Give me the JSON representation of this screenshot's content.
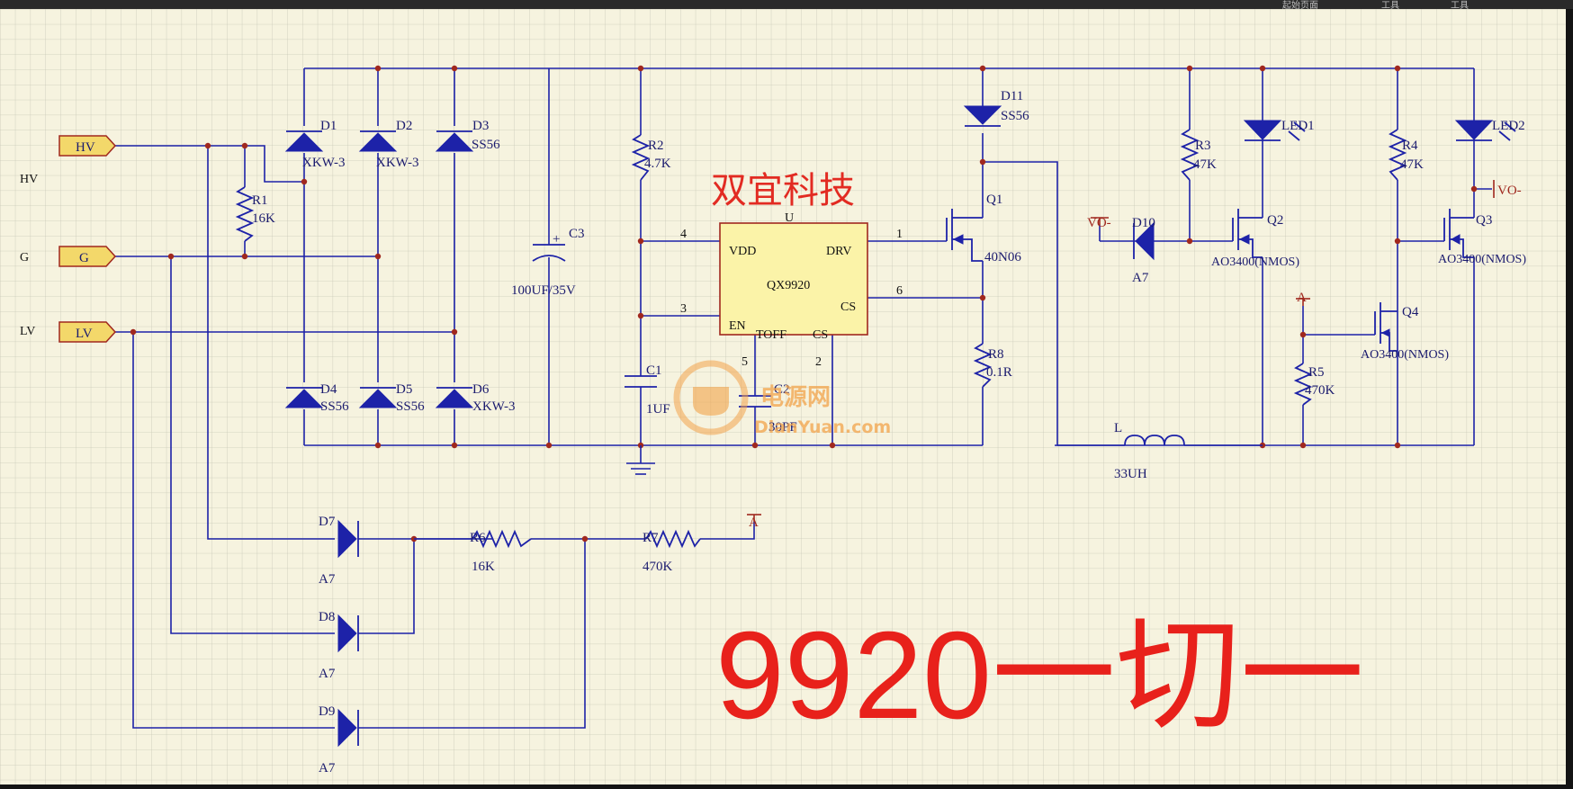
{
  "header": {
    "top_strip_items": [
      "起始页面",
      "工具",
      "工具"
    ]
  },
  "ports": [
    {
      "id": "HV",
      "label": "HV",
      "side_label": "HV"
    },
    {
      "id": "G",
      "label": "G",
      "side_label": "G"
    },
    {
      "id": "LV",
      "label": "LV",
      "side_label": "LV"
    }
  ],
  "ic": {
    "ref": "U",
    "part": "QX9920",
    "pins": {
      "vdd": "VDD",
      "drv": "DRV",
      "cs_right": "CS",
      "en": "EN",
      "toff": "TOFF",
      "cs_bottom": "CS"
    },
    "pin_numbers": {
      "vdd": "4",
      "en": "3",
      "drv": "1",
      "cs": "6",
      "toff": "5",
      "cs2": "2"
    }
  },
  "diodes": [
    {
      "ref": "D1",
      "value": "XKW-3"
    },
    {
      "ref": "D2",
      "value": "XKW-3"
    },
    {
      "ref": "D3",
      "value": "SS56"
    },
    {
      "ref": "D4",
      "value": "SS56"
    },
    {
      "ref": "D5",
      "value": "SS56"
    },
    {
      "ref": "D6",
      "value": "XKW-3"
    },
    {
      "ref": "D7",
      "value": "A7"
    },
    {
      "ref": "D8",
      "value": "A7"
    },
    {
      "ref": "D9",
      "value": "A7"
    },
    {
      "ref": "D10",
      "value": "A7"
    },
    {
      "ref": "D11",
      "value": "SS56"
    }
  ],
  "resistors": [
    {
      "ref": "R1",
      "value": "16K"
    },
    {
      "ref": "R2",
      "value": "4.7K"
    },
    {
      "ref": "R3",
      "value": "47K"
    },
    {
      "ref": "R4",
      "value": "47K"
    },
    {
      "ref": "R5",
      "value": "470K"
    },
    {
      "ref": "R6",
      "value": "16K"
    },
    {
      "ref": "R7",
      "value": "470K"
    },
    {
      "ref": "R8",
      "value": "0.1R"
    }
  ],
  "capacitors": [
    {
      "ref": "C1",
      "value": "1UF"
    },
    {
      "ref": "C2",
      "value": "30PF"
    },
    {
      "ref": "C3",
      "value": "100UF/35V"
    }
  ],
  "inductor": {
    "ref": "L",
    "value": "33UH"
  },
  "transistors": [
    {
      "ref": "Q1",
      "value": "40N06"
    },
    {
      "ref": "Q2",
      "value": "AO3400(NMOS)"
    },
    {
      "ref": "Q3",
      "value": "AO3400(NMOS)"
    },
    {
      "ref": "Q4",
      "value": "AO3400(NMOS)"
    }
  ],
  "leds": [
    {
      "ref": "LED1"
    },
    {
      "ref": "LED2"
    }
  ],
  "net_labels": {
    "vo_left": "VO-",
    "vo_right": "VO-",
    "a_top": "A",
    "a_mid": "A"
  },
  "overlay": {
    "brand": "双宜科技",
    "caption": "9920一切一",
    "watermark_cn": "电源网",
    "watermark_en": "DianYuan.com"
  },
  "colors": {
    "wire": "#1d22a8",
    "background": "#f6f3df",
    "grid": "#c9c9b8",
    "caption": "#e8211b",
    "port_fill": "#f3d86a"
  }
}
